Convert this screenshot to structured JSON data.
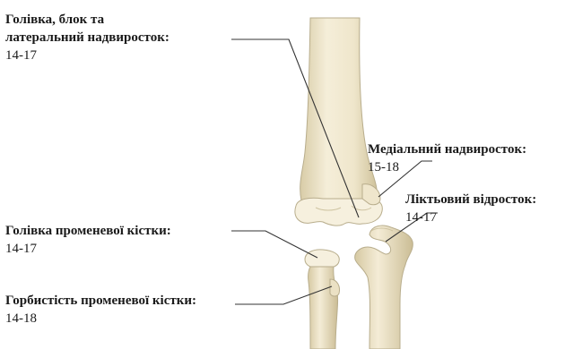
{
  "labels": {
    "head_block_lateral": {
      "title_line1": "Голівка, блок та",
      "title_line2": "латеральний надвиросток:",
      "age": "14-17"
    },
    "medial_epicondyle": {
      "title": "Медіальний надвиросток:",
      "age": "15-18"
    },
    "olecranon": {
      "title": "Ліктьовий відросток:",
      "age": "14-17"
    },
    "radial_head": {
      "title": "Голівка променевої кістки:",
      "age": "14-17"
    },
    "radial_tuberosity": {
      "title": "Горбистість променевої кістки:",
      "age": "14-18"
    }
  },
  "colors": {
    "bone_fill": "#f1e9d1",
    "bone_shadow": "#d9ceac",
    "bone_outline": "#b8ad8c",
    "epiphysis_fill": "#f7f2e2",
    "leader_line": "#333333",
    "text": "#1a1a1a"
  }
}
